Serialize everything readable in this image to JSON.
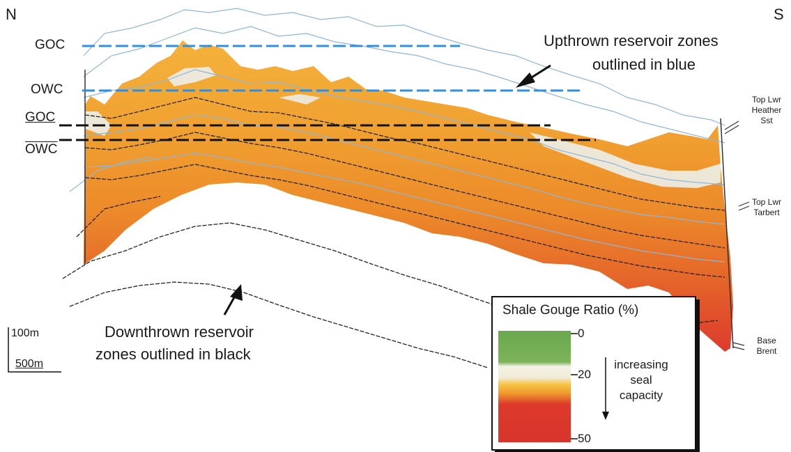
{
  "compass": {
    "north": "N",
    "south": "S"
  },
  "contacts_upthrown": {
    "goc": "GOC",
    "owc": "OWC"
  },
  "contacts_downthrown": {
    "goc": "GOC",
    "owc": "OWC"
  },
  "annotations": {
    "upthrown_line1": "Upthrown reservoir zones",
    "upthrown_line2": "outlined in blue",
    "downthrown_line1": "Downthrown reservoir",
    "downthrown_line2": "zones outlined in black"
  },
  "horizons": {
    "top_lwr_heather_1": "Top Lwr",
    "top_lwr_heather_2": "Heather",
    "top_lwr_heather_3": "Sst",
    "top_lwr_tarbert_1": "Top Lwr",
    "top_lwr_tarbert_2": "Tarbert",
    "base_brent_1": "Base",
    "base_brent_2": "Brent"
  },
  "scale": {
    "vertical": "100m",
    "horizontal": "500m"
  },
  "legend": {
    "title": "Shale Gouge Ratio (%)",
    "ticks": [
      "0",
      "20",
      "50"
    ],
    "note_line1": "increasing",
    "note_line2": "seal",
    "note_line3": "capacity",
    "colors": {
      "low": "#6aa84f",
      "mid": "#f2efe4",
      "orange": "#f0a030",
      "high": "#dd3a2c"
    }
  },
  "colors": {
    "upthrown_outline": "#2f8fe0",
    "downthrown_outline": "#111111"
  }
}
